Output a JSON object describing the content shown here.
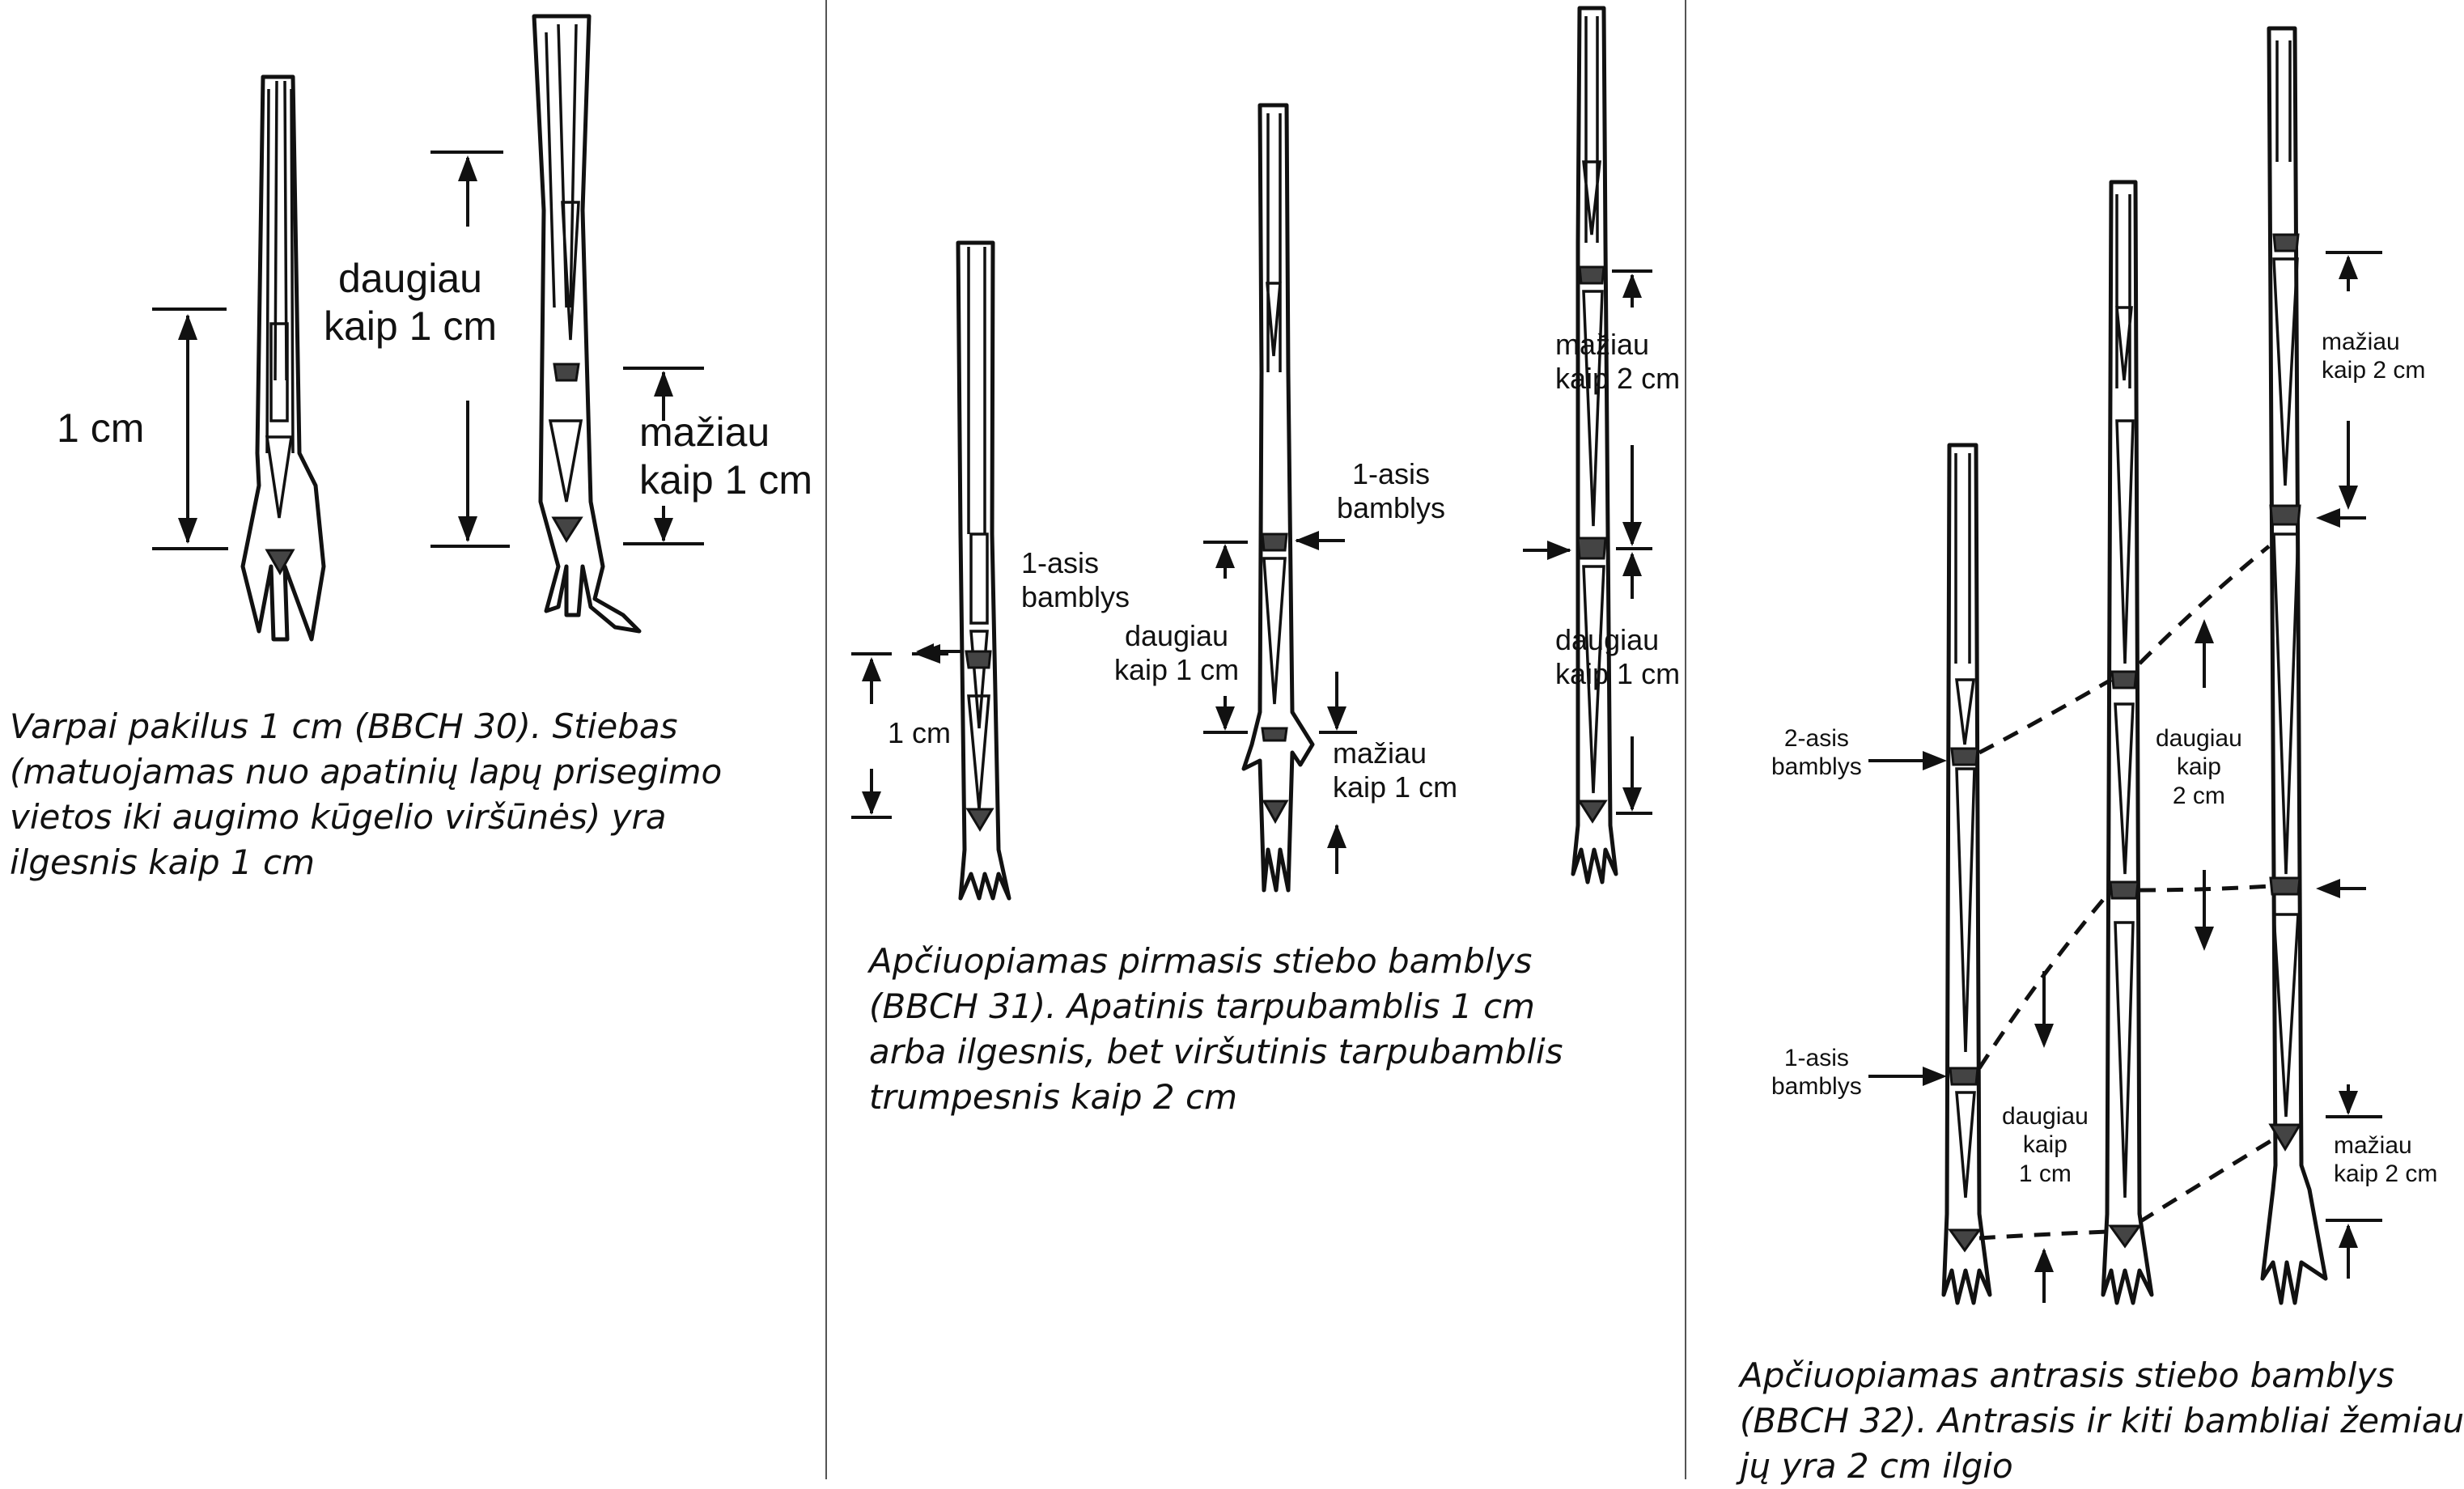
{
  "panel1": {
    "label_1cm": "1 cm",
    "label_more": "daugiau\nkaip 1 cm",
    "label_less": "mažiau\nkaip 1 cm",
    "caption": "Varpai pakilus 1 cm (BBCH 30). Stiebas\n(matuojamas nuo apatinių lapų prisegimo\nvietos iki augimo kūgelio viršūnės) yra\nilgesnis kaip 1 cm"
  },
  "panel2": {
    "label_node1_a": "1-asis\nbamblys",
    "label_1cm": "1 cm",
    "label_more_1cm_a": "daugiau\nkaip 1 cm",
    "label_less_1cm": "mažiau\nkaip 1 cm",
    "label_node1_b": "1-asis\nbamblys",
    "label_less_2cm": "mažiau\nkaip 2 cm",
    "label_more_1cm_b": "daugiau\nkaip 1 cm",
    "caption": "Apčiuopiamas pirmasis stiebo bamblys\n(BBCH 31). Apatinis tarpubamblis 1 cm\narba ilgesnis, bet viršutinis tarpubamblis\ntrumpesnis kaip 2 cm"
  },
  "panel3": {
    "label_node2": "2-asis\nbamblys",
    "label_node1": "1-asis\nbamblys",
    "label_more_1cm": "daugiau\nkaip\n1 cm",
    "label_more_2cm": "daugiau\nkaip\n2 cm",
    "label_less_2cm_top": "mažiau\nkaip 2 cm",
    "label_less_2cm_bottom": "mažiau\nkaip 2 cm",
    "caption": "Apčiuopiamas antrasis stiebo bamblys\n(BBCH 32). Antrasis ir kiti bambliai žemiau\njų yra 2 cm ilgio"
  }
}
